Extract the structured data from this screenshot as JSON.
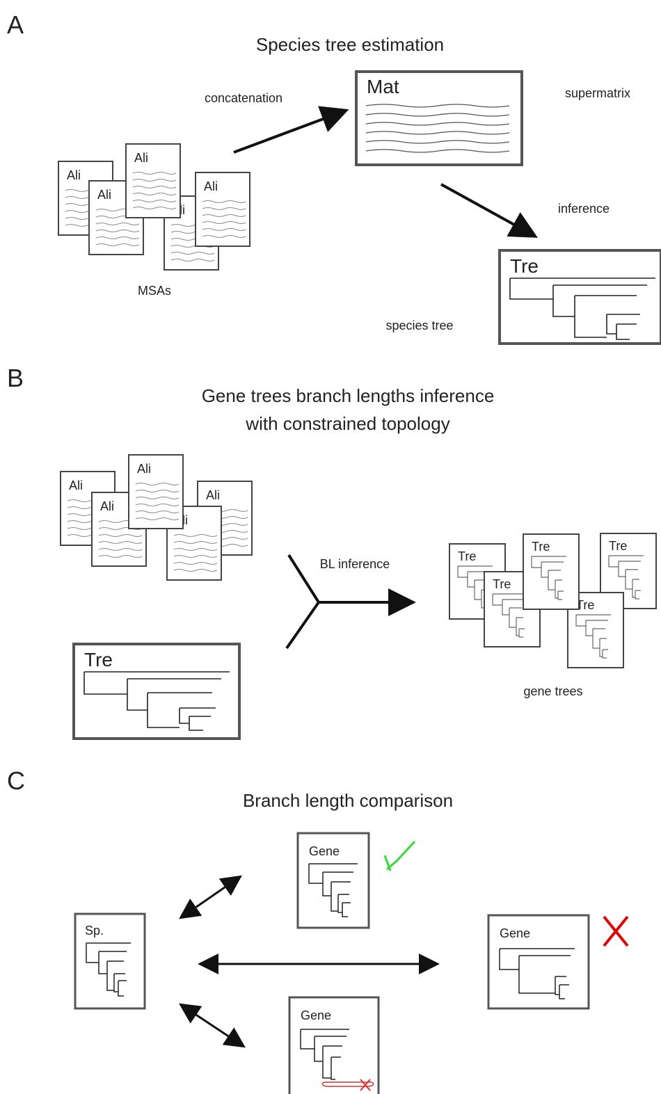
{
  "panels": {
    "a": {
      "letter": "A",
      "title": "Species tree estimation",
      "concatenation": "concatenation",
      "supermatrix": "supermatrix",
      "inference": "inference",
      "msas": "MSAs",
      "species_tree": "species tree"
    },
    "b": {
      "letter": "B",
      "title_line1": "Gene trees branch lengths inference",
      "title_line2": "with constrained topology",
      "bl_inference": "BL inference",
      "gene_trees": "gene trees"
    },
    "c": {
      "letter": "C",
      "title": "Branch length comparison"
    }
  },
  "doc_labels": {
    "ali": "Ali",
    "ali_partial": "li",
    "mat": "Mat",
    "tre": "Tre",
    "sp": "Sp.",
    "gene": "Gene"
  },
  "colors": {
    "ink": "#222222",
    "wave": "#8a8a8a",
    "check": "#33dd33",
    "cross": "#e60000",
    "highlight": "#e0302a"
  },
  "icons": {
    "check": "check-mark-icon",
    "cross": "cross-mark-icon"
  }
}
